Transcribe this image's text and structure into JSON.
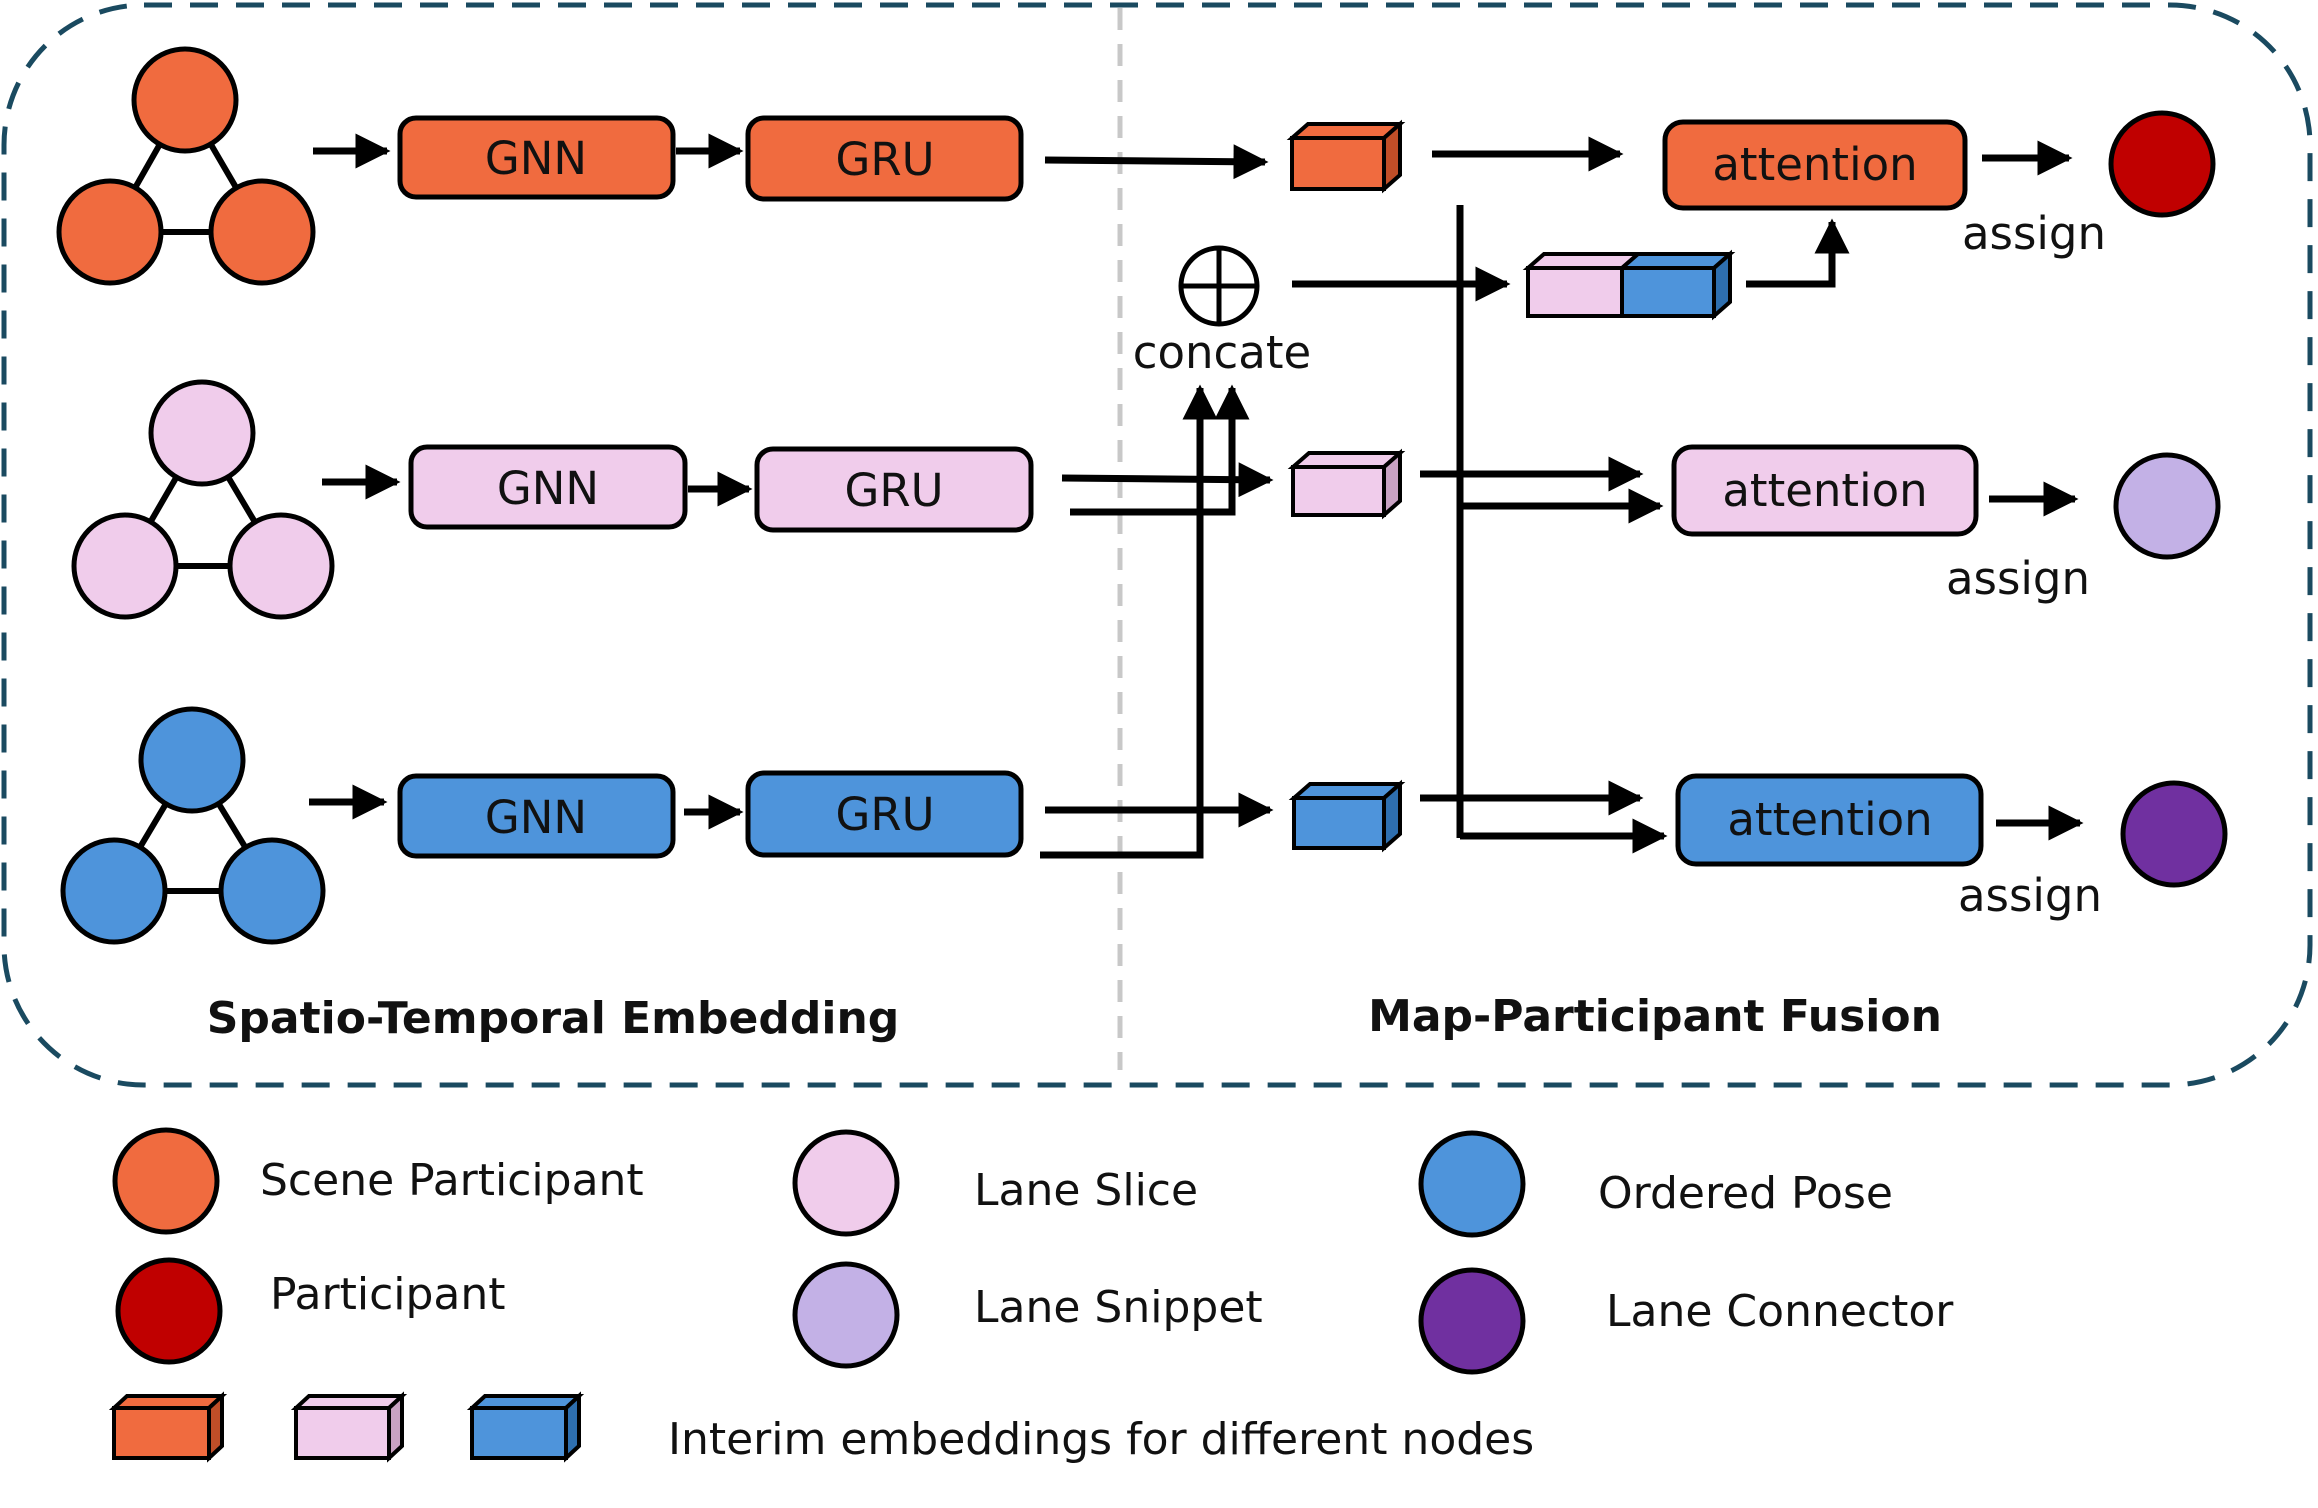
{
  "colors": {
    "orange": "#F06B3F",
    "pink": "#F0CCEB",
    "blue": "#4E94DB",
    "dark_red": "#C00000",
    "lavender": "#C3B1E6",
    "purple": "#7030A0",
    "border": "#1A4A60",
    "stroke": "#000000"
  },
  "rows": [
    {
      "gnn": "GNN",
      "gru": "GRU",
      "attention": "attention",
      "assign": "assign"
    },
    {
      "gnn": "GNN",
      "gru": "GRU",
      "attention": "attention",
      "assign": "assign"
    },
    {
      "gnn": "GNN",
      "gru": "GRU",
      "attention": "attention",
      "assign": "assign"
    }
  ],
  "concat": {
    "label": "concate"
  },
  "sections": {
    "left": "Spatio-Temporal Embedding",
    "right": "Map-Participant Fusion"
  },
  "legend": {
    "scene_participant": "Scene Participant",
    "participant": "Participant",
    "lane_slice": "Lane Slice",
    "lane_snippet": "Lane Snippet",
    "ordered_pose": "Ordered Pose",
    "lane_connector": "Lane Connector",
    "interim": "Interim embeddings for different nodes"
  }
}
